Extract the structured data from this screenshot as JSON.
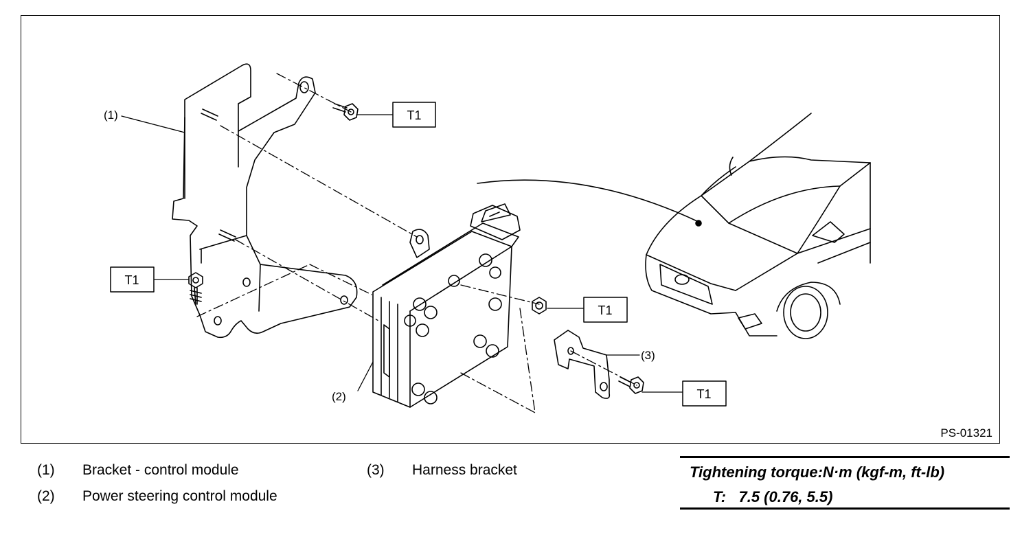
{
  "figure": {
    "id": "PS-01321",
    "callouts": {
      "c1": "(1)",
      "c2": "(2)",
      "c3": "(3)"
    },
    "torque_tag": "T1"
  },
  "legend": [
    {
      "num": "(1)",
      "text": "Bracket - control module"
    },
    {
      "num": "(2)",
      "text": "Power steering control module"
    },
    {
      "num": "(3)",
      "text": "Harness bracket"
    }
  ],
  "torque": {
    "heading": "Tightening torque:N·m (kgf-m, ft-lb)",
    "label": "T:",
    "value": "7.5 (0.76, 5.5)"
  }
}
